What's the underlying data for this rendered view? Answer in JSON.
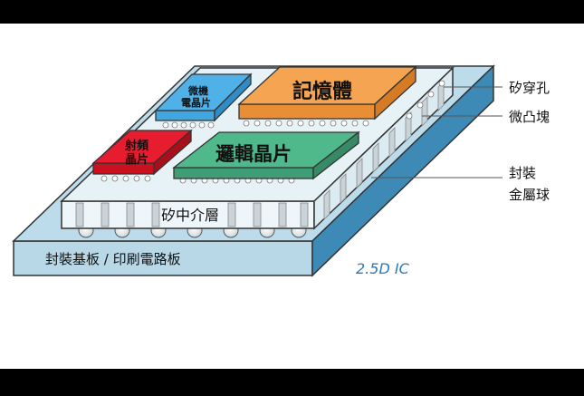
{
  "diagram": {
    "substrate_label": "封裝基板 / 印刷電路板",
    "interposer_label": "矽中介層",
    "chips": {
      "micro": "微機\n電晶片",
      "memory": "記憶體",
      "rf": "射頻\n晶片",
      "logic": "邏輯晶片"
    },
    "callouts": {
      "tsv": "矽穿孔",
      "microbump": "微凸塊",
      "solder_ball": "封裝\n金屬球"
    },
    "caption": "2.5D IC"
  },
  "colors": {
    "substrate_top": "#b9dbeb",
    "substrate_side": "#3d8ab6",
    "interposer": "#e8f3f7",
    "chip_micro": "#41a7e1",
    "chip_memory": "#f5a451",
    "chip_rf": "#e71c2e",
    "chip_logic": "#4fb98c",
    "caption": "#2a78b9"
  }
}
